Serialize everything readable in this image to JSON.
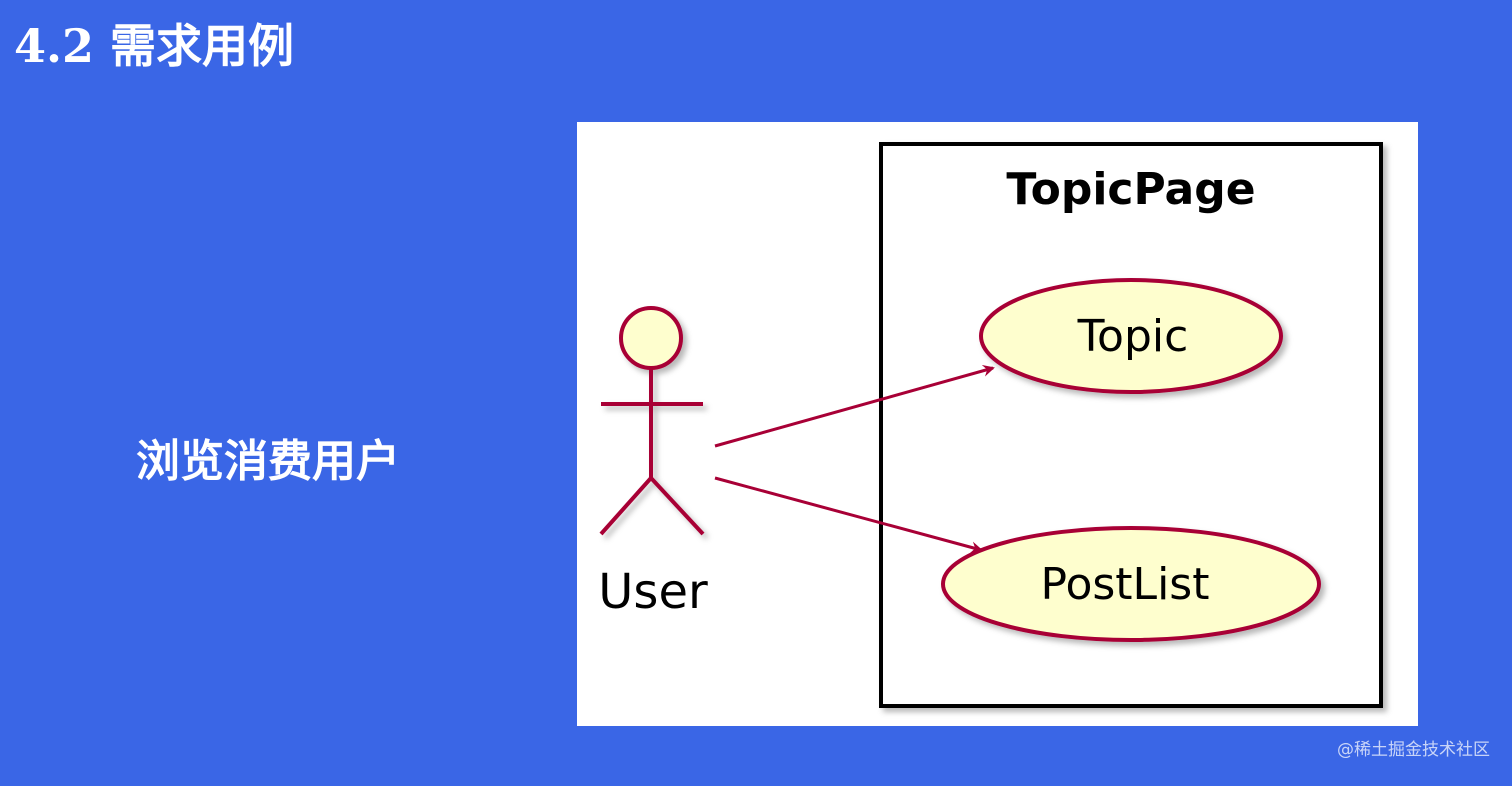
{
  "slide": {
    "title": "4.2 需求用例",
    "subtitle": "浏览消费用户"
  },
  "diagram": {
    "system_name": "TopicPage",
    "actor_label": "User",
    "use_cases": [
      {
        "label": "Topic"
      },
      {
        "label": "PostList"
      }
    ],
    "colors": {
      "actor_fill": "#fefece",
      "actor_stroke": "#a80036",
      "usecase_fill": "#fefece",
      "usecase_stroke": "#a80036",
      "arrow": "#a80036",
      "system_border": "#000000"
    }
  },
  "watermark": "@稀土掘金技术社区"
}
